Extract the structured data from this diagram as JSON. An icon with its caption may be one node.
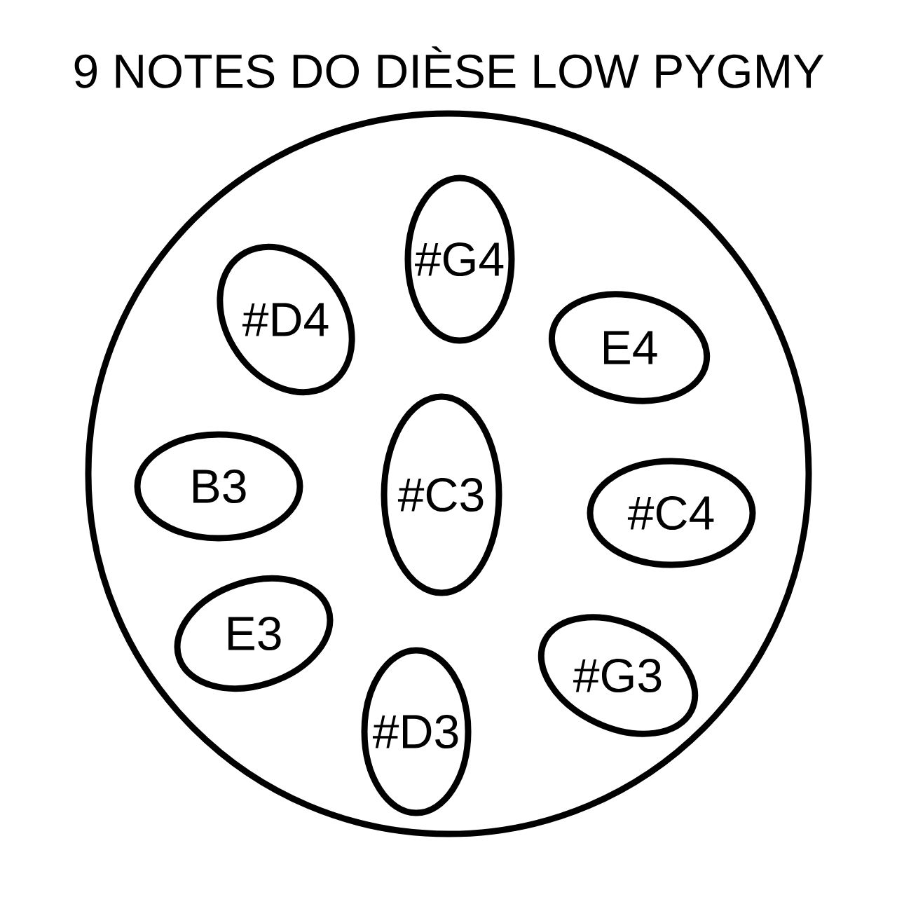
{
  "diagram": {
    "title": "9 NOTES DO DIÈSE LOW PYGMY",
    "nodes": [
      {
        "text": [],
        "shape": "circle"
      },
      {
        "text": [
          "#G4"
        ],
        "in": 0
      },
      {
        "text": [
          "#D4"
        ],
        "in": 0
      },
      {
        "text": [
          "E4"
        ],
        "in": 0
      },
      {
        "text": [
          "B3"
        ],
        "in": 0
      },
      {
        "text": [
          "#C3"
        ],
        "in": 0
      },
      {
        "text": [
          "#C4"
        ],
        "in": 0
      },
      {
        "text": [
          "E3"
        ],
        "in": 0
      },
      {
        "text": [
          "#G3"
        ],
        "in": 0
      },
      {
        "text": [
          "#D3"
        ],
        "in": 0
      }
    ],
    "edges": []
  }
}
